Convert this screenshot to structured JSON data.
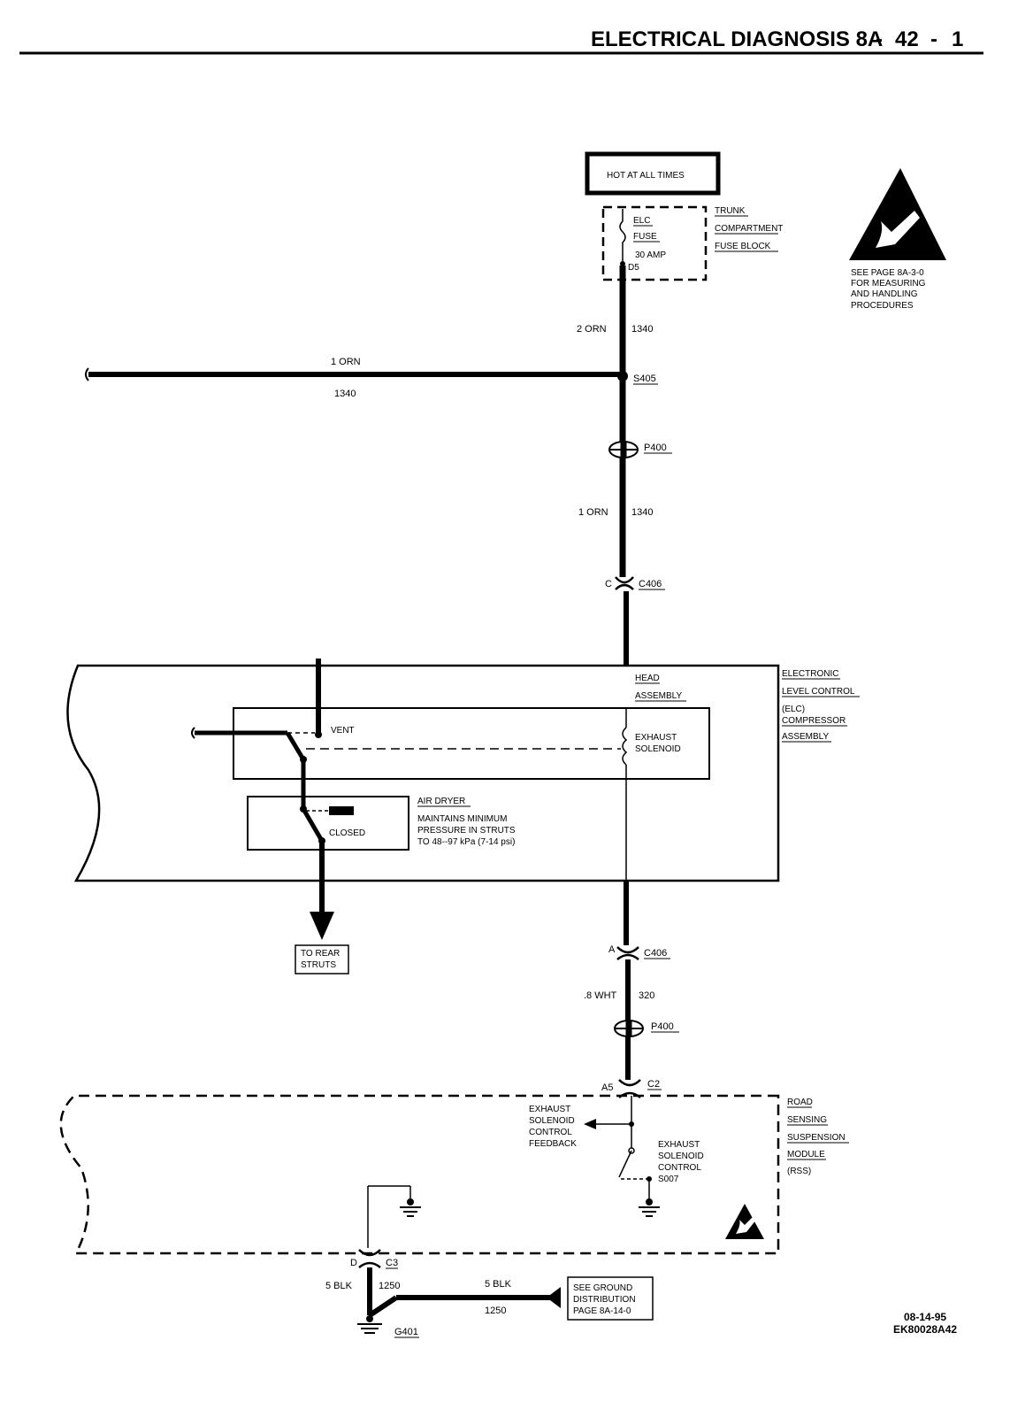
{
  "header": {
    "title": "ELECTRICAL DIAGNOSIS 8A",
    "page_sep1": "-",
    "page_section": "42",
    "page_sep2": "-",
    "page_num": "1"
  },
  "power": {
    "hot_label": "HOT AT ALL TIMES",
    "fuse_name_1": "ELC",
    "fuse_name_2": "FUSE",
    "fuse_rating": "30 AMP",
    "fuse_pin": "D5",
    "fuse_block_1": "TRUNK",
    "fuse_block_2": "COMPARTMENT",
    "fuse_block_3": "FUSE BLOCK"
  },
  "esd_notice": {
    "line1": "SEE PAGE 8A-3-0",
    "line2": "FOR MEASURING",
    "line3": "AND HANDLING",
    "line4": "PROCEDURES"
  },
  "wires": {
    "w1_gauge": "2 ORN",
    "w1_circuit": "1340",
    "branch_gauge": "1 ORN",
    "branch_circuit": "1340",
    "splice": "S405",
    "pass_through_1": "P400",
    "w2_gauge": "1 ORN",
    "w2_circuit": "1340",
    "conn_c406_pin_c": "C",
    "conn_c406_a": "C406",
    "conn_c406_pin_a": "A",
    "conn_c406_b": "C406",
    "w3_gauge": ".8 WHT",
    "w3_circuit": "320",
    "pass_through_2": "P400",
    "conn_c2_pin": "A5",
    "conn_c2": "C2",
    "conn_c3_pin": "D",
    "conn_c3": "C3",
    "gnd_gauge": "5 BLK",
    "gnd_circuit": "1250",
    "gnd2_gauge": "5 BLK",
    "gnd2_circuit": "1250",
    "ground": "G401"
  },
  "compressor": {
    "head_1": "HEAD",
    "head_2": "ASSEMBLY",
    "name_1": "ELECTRONIC",
    "name_2": "LEVEL CONTROL",
    "name_3": "(ELC)",
    "name_4": "COMPRESSOR",
    "name_5": "ASSEMBLY",
    "vent": "VENT",
    "solenoid_1": "EXHAUST",
    "solenoid_2": "SOLENOID",
    "dryer_title": "AIR DRYER",
    "dryer_1": "MAINTAINS MINIMUM",
    "dryer_2": "PRESSURE IN STRUTS",
    "dryer_3": "TO 48--97 kPa (7-14 psi)",
    "closed": "CLOSED",
    "rear_1": "TO REAR",
    "rear_2": "STRUTS"
  },
  "module": {
    "name_1": "ROAD",
    "name_2": "SENSING",
    "name_3": "SUSPENSION",
    "name_4": "MODULE",
    "name_5": "(RSS)",
    "feedback_1": "EXHAUST",
    "feedback_2": "SOLENOID",
    "feedback_3": "CONTROL",
    "feedback_4": "FEEDBACK",
    "control_1": "EXHAUST",
    "control_2": "SOLENOID",
    "control_3": "CONTROL",
    "control_4": "S007"
  },
  "ground_ref": {
    "line1": "SEE GROUND",
    "line2": "DISTRIBUTION",
    "line3": "PAGE 8A-14-0"
  },
  "footer": {
    "date": "08-14-95",
    "code": "EK80028A42"
  }
}
